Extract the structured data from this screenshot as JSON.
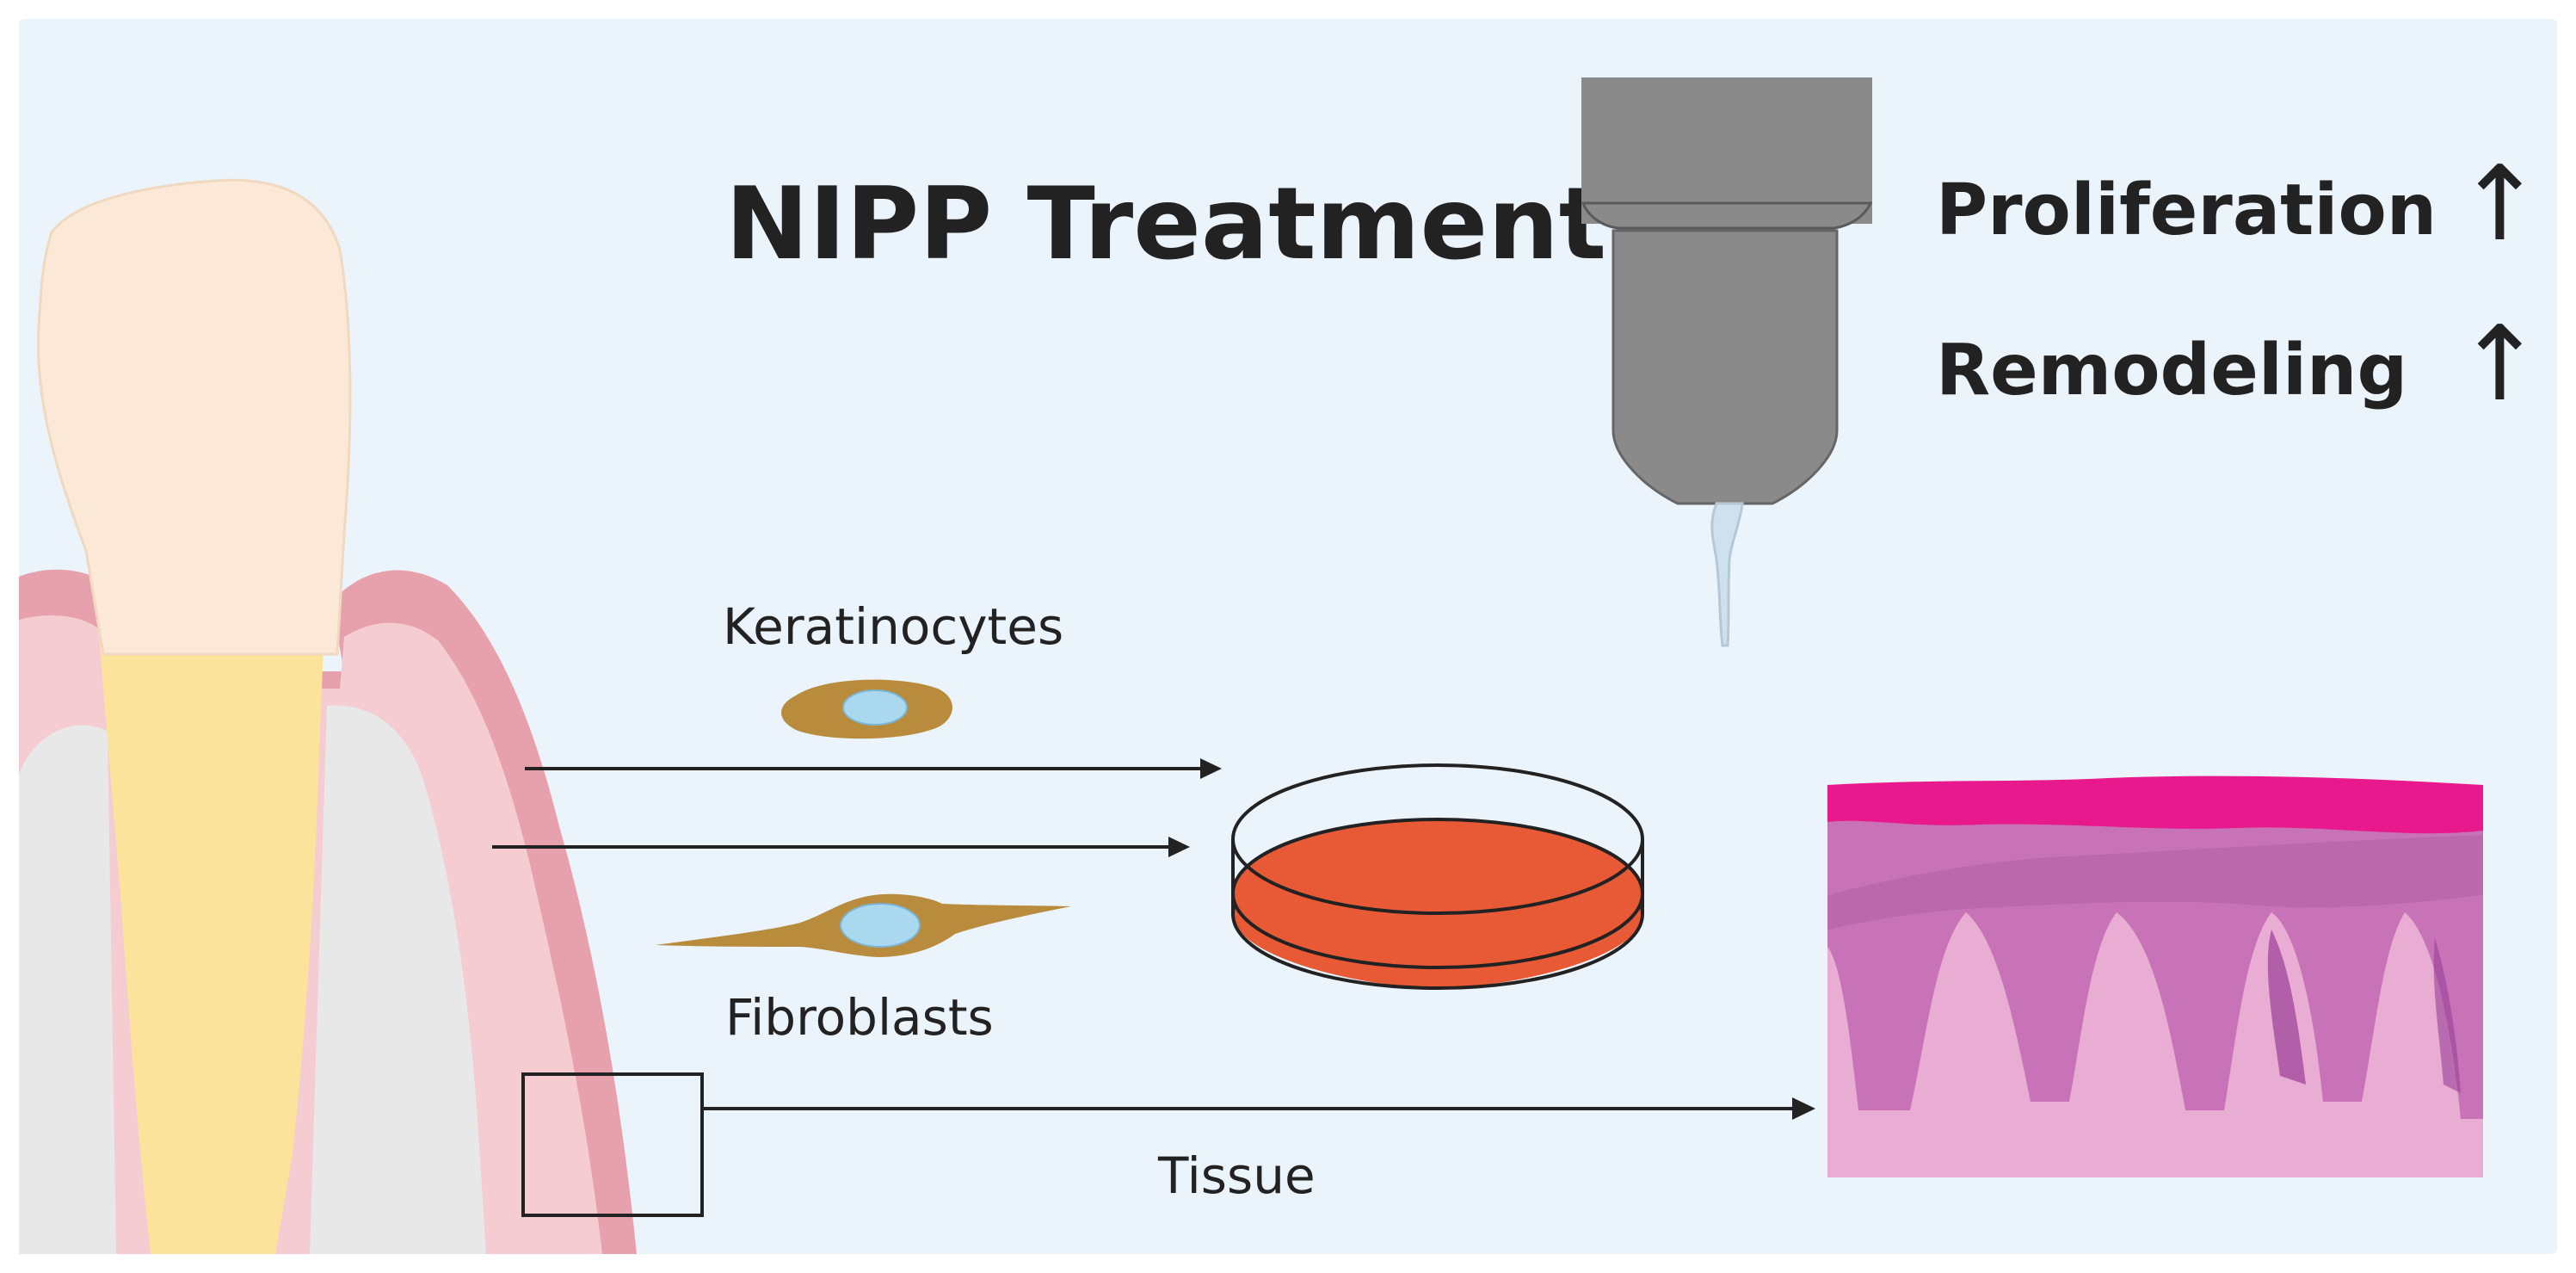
{
  "title": "NIPP Treatment",
  "effects": [
    {
      "label": "Proliferation",
      "arrow": "↑"
    },
    {
      "label": "Remodeling",
      "arrow": "↑"
    }
  ],
  "cells": {
    "keratinocytes": "Keratinocytes",
    "fibroblasts": "Fibroblasts"
  },
  "tissue_label": "Tissue",
  "colors": {
    "background": "#ebf4fb",
    "gingiva_dark": "#e7a1ad",
    "gingiva_light": "#f6ccd3",
    "bone": "#e8e8e8",
    "root": "#fbe39c",
    "crown": "#fbe8d6",
    "cell_body": "#b98b3c",
    "nucleus": "#a9d8ef",
    "dish_medium": "#e85a35",
    "device": "#8a8a8a",
    "plasma": "#cfe1ee",
    "histo_epithelium": "#e8198c",
    "histo_tissue": "#c873b7",
    "histo_connective": "#e9acd3"
  }
}
